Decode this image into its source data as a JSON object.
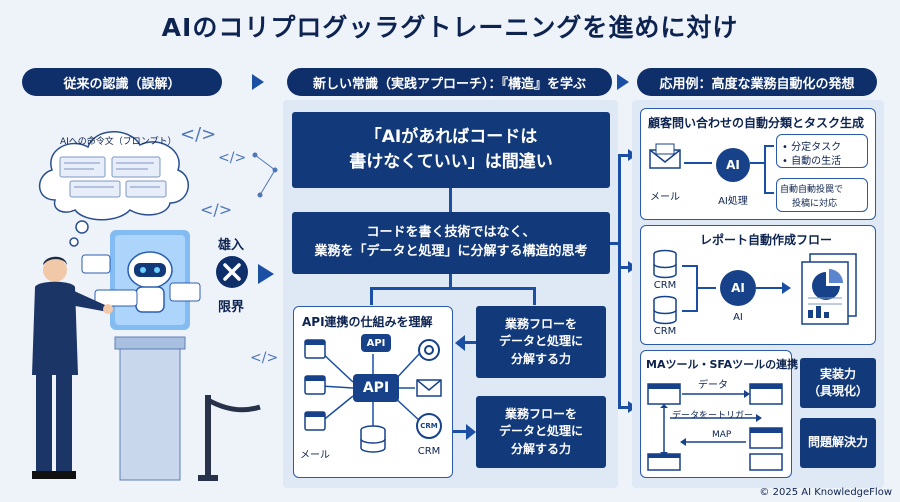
{
  "title": "AIのコリプログッラグトレーニングを進めに対け",
  "columns": {
    "left": "従来の認識（誤解）",
    "middle": "新しい常識（実践アプローチ）：『構造』を学ぶ",
    "right": "応用例：高度な業務自動化の発想"
  },
  "left": {
    "bubble_title": "AIへの命令文（プロンプト）",
    "barrier_top": "雄入",
    "barrier_bottom": "限界"
  },
  "middle": {
    "misconception_line1": "「AIがあればコードは",
    "misconception_line2": "書けなくていい」は間違い",
    "core_line1": "コードを書く技術ではなく、",
    "core_line2": "業務を「データと処理」に分解する構造的思考",
    "api_title": "API連携の仕組みを理解",
    "api_center": "API",
    "api_top": "API",
    "api_label_mail": "メール",
    "api_label_crm": "CRM",
    "api_crm_icon": "CRM",
    "skill1_line1": "業務フローを",
    "skill1_line2": "データと処理に",
    "skill1_line3": "分解する力",
    "skill2_line1": "業務フローを",
    "skill2_line2": "データと処理に",
    "skill2_line3": "分解する力"
  },
  "right": {
    "card1": {
      "title": "顧客問い合わせの自動分類とタスク生成",
      "mail": "メール",
      "ai": "AI処理",
      "ai_icon": "AI",
      "out1": "• 分定タスク",
      "out2": "• 自動の生活",
      "out3_line1": "自動自動投罠で",
      "out3_line2": "投稿に対応"
    },
    "card2": {
      "title": "レポート自動作成フロー",
      "crm1": "CRM",
      "crm2": "CRM",
      "ai": "AI",
      "ai_icon": "AI"
    },
    "card3": {
      "title": "MAツール・SFAツールの連携",
      "data": "データ",
      "trigger": "データをートリガー",
      "map": "MAP"
    },
    "chip1_line1": "実装力",
    "chip1_line2": "（具現化）",
    "chip2": "問題解決力"
  },
  "footer": "© 2025 AI KnowledgeFlow",
  "colors": {
    "navy": "#0f2f6b",
    "box": "#12397a",
    "accent": "#1a4fa3",
    "panel": "#dfe9f6"
  }
}
